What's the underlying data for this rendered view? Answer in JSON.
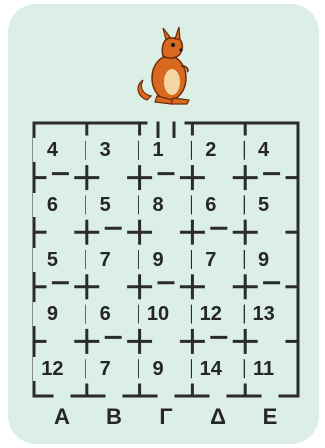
{
  "title_image": "kangaroo",
  "colors": {
    "card": "#dcefe6",
    "ink": "#2b2b2b",
    "kangaroo": "#d9691f"
  },
  "grid": {
    "rows": [
      [
        "4",
        "3",
        "1",
        "2",
        "4"
      ],
      [
        "6",
        "5",
        "8",
        "6",
        "5"
      ],
      [
        "5",
        "7",
        "9",
        "7",
        "9"
      ],
      [
        "9",
        "6",
        "10",
        "12",
        "13"
      ],
      [
        "12",
        "7",
        "9",
        "14",
        "11"
      ]
    ]
  },
  "column_labels": [
    "Α",
    "Β",
    "Γ",
    "Δ",
    "Ε"
  ]
}
